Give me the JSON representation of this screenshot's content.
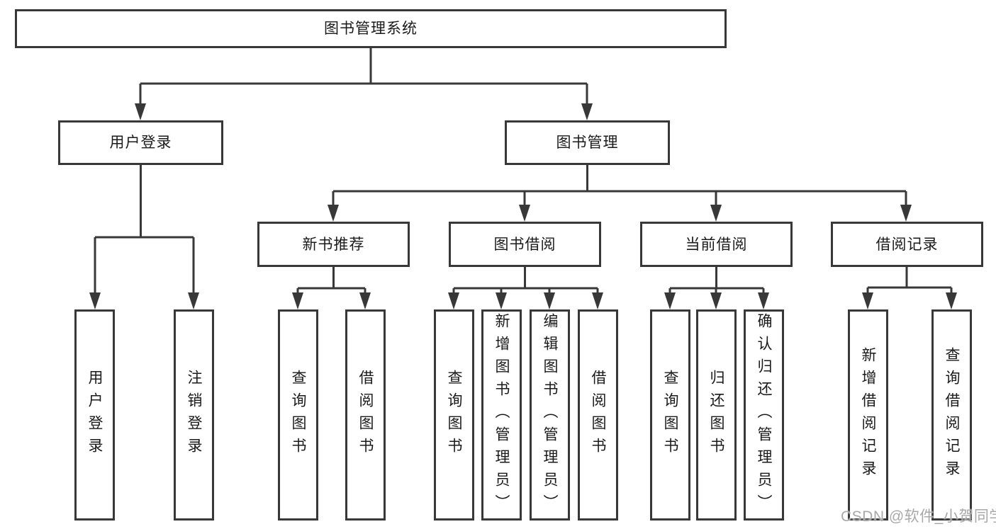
{
  "diagram_title": "图书管理系统",
  "colors": {
    "line": "#383838",
    "border": "#383838",
    "text": "#1a1a1a",
    "watermark": "#a8a8a8",
    "background": "#ffffff"
  },
  "watermark": {
    "text": "CSDN @软件_小贺同学"
  },
  "tree": {
    "root": {
      "label": "图书管理系统",
      "children": [
        {
          "label": "用户登录",
          "children": [
            {
              "label": "用户登录"
            },
            {
              "label": "注销登录"
            }
          ]
        },
        {
          "label": "图书管理",
          "children": [
            {
              "label": "新书推荐",
              "children": [
                {
                  "label": "查询图书"
                },
                {
                  "label": "借阅图书"
                }
              ]
            },
            {
              "label": "图书借阅",
              "children": [
                {
                  "label": "查询图书"
                },
                {
                  "label": "新增图书（管理员）"
                },
                {
                  "label": "编辑图书（管理员）"
                },
                {
                  "label": "借阅图书"
                }
              ]
            },
            {
              "label": "当前借阅",
              "children": [
                {
                  "label": "查询图书"
                },
                {
                  "label": "归还图书"
                },
                {
                  "label": "确认归还（管理员）"
                }
              ]
            },
            {
              "label": "借阅记录",
              "children": [
                {
                  "label": "新增借阅记录"
                },
                {
                  "label": "查询借阅记录"
                }
              ]
            }
          ]
        }
      ]
    }
  }
}
